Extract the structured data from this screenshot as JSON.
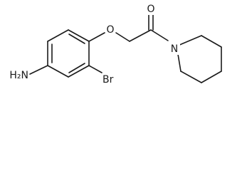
{
  "labels": {
    "oxygen_ether": "O",
    "oxygen_carbonyl": "O",
    "nitrogen": "N",
    "amine": "H₂N",
    "bromine": "Br"
  }
}
